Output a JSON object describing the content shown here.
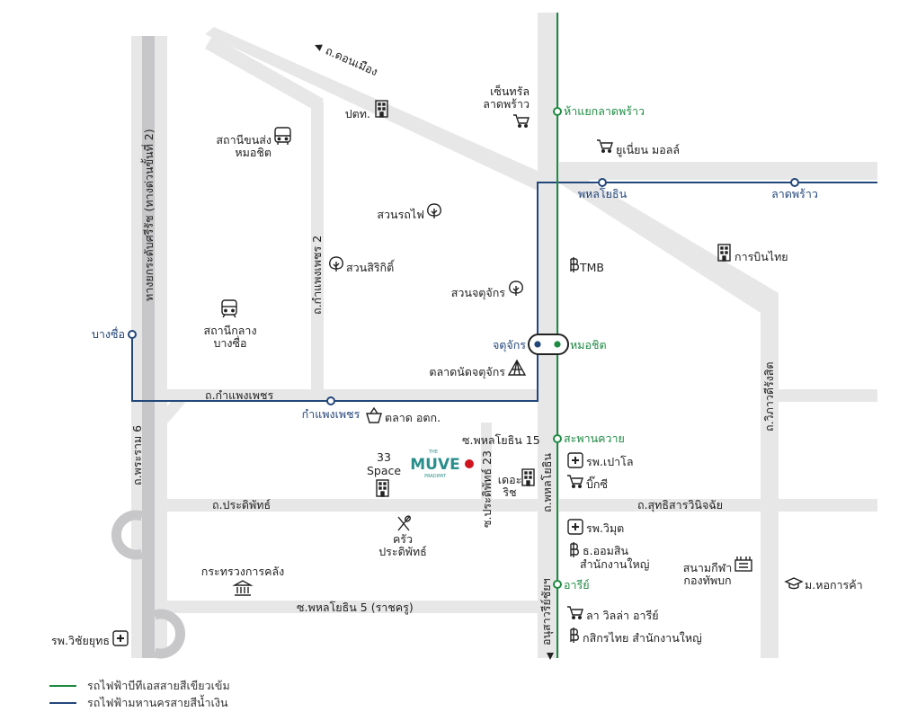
{
  "roads": {
    "don_mueang": "ถ.ดอนเมือง",
    "sirat": "ทางยกระดับศรีรัช (ทางด่วนขั้นที่ 2)",
    "kamphaeng_phet_2": "ถ.กำแพงเพชร 2",
    "kamphaeng_phet": "ถ.กำแพงเพชร",
    "rama_6": "ถ.พระราม 6",
    "pradiphat": "ถ.ประดิพัทธ์",
    "phahonyothin_5": "ซ.พหลโยธิน 5 (ราชครู)",
    "phahonyothin_15": "ซ.พหลโยธิน 15",
    "pradiphat_23": "ซ.ประดิพัทธ์ 23",
    "phahonyothin": "ถ.พหลโยธิน",
    "sutthisan": "ถ.สุทธิสารวินิจฉัย",
    "vibhavadi": "ถ.วิภาวดีรังสิต",
    "victory_monument": "อนุสาวรีย์ชัยฯ"
  },
  "stations_green": {
    "ha_yaek": "ห้าแยกลาดพร้าว",
    "mo_chit": "หมอชิต",
    "saphan_khwai": "สะพานควาย",
    "ari": "อารีย์"
  },
  "stations_blue": {
    "phahon": "พหลโยธิน",
    "lat_phrao": "ลาดพร้าว",
    "chatuchak": "จตุจักร",
    "kamphaeng": "กำแพงเพชร",
    "bang_sue": "บางซื่อ"
  },
  "places": {
    "central_l1": "เซ็นทรัล",
    "central_l2": "ลาดพร้าว",
    "union_mall": "ยูเนี่ยน มอลล์",
    "ptt": "ปตท.",
    "mochit_bus_l1": "สถานีขนส่ง",
    "mochit_bus_l2": "หมอชิต",
    "rot_fai_park": "สวนรถไฟ",
    "sirikit_park": "สวนสิริกิติ์",
    "chatuchak_park": "สวนจตุจักร",
    "chatuchak_market": "ตลาดนัดจตุจักร",
    "tmb": "TMB",
    "thai_airways": "การบินไทย",
    "bangsue_central_l1": "สถานีกลาง",
    "bangsue_central_l2": "บางซื่อ",
    "ortorkor": "ตลาด อตก.",
    "space33_l1": "33",
    "space33_l2": "Space",
    "the_rich_l1": "เดอะ",
    "the_rich_l2": "ริช",
    "paolo": "รพ.เปาโล",
    "big_c": "บิ๊กซี",
    "krua_l1": "ครัว",
    "krua_l2": "ประดิพัทธ์",
    "vimut": "รพ.วิมุต",
    "gsb_l1": "ธ.ออมสิน",
    "gsb_l2": "สำนักงานใหญ่",
    "ministry_finance": "กระทรวงการคลัง",
    "army_stadium_l1": "สนามกีฬา",
    "army_stadium_l2": "กองทัพบก",
    "utcc": "ม.หอการค้า",
    "la_villa": "ลา วิลล่า อารีย์",
    "kbank": "กสิกรไทย สำนักงานใหญ่",
    "vichaiyut": "รพ.วิชัยยุทธ"
  },
  "logo": {
    "the": "THE",
    "name": "MUVE",
    "sub": "PRADIPAT"
  },
  "legend": {
    "green_label": "รถไฟฟ้าบีทีเอสสายสีเขียวเข้ม",
    "blue_label": "รถไฟฟ้ามหานครสายสีน้ำเงิน"
  },
  "colors": {
    "road": "#e7e7e8",
    "expressway": "#c7c7c9",
    "green_line": "#1e8b43",
    "blue_line": "#24477a",
    "marker": "#d0141f",
    "logo_teal": "#2a8f8c",
    "logo_red": "#d0141f"
  }
}
